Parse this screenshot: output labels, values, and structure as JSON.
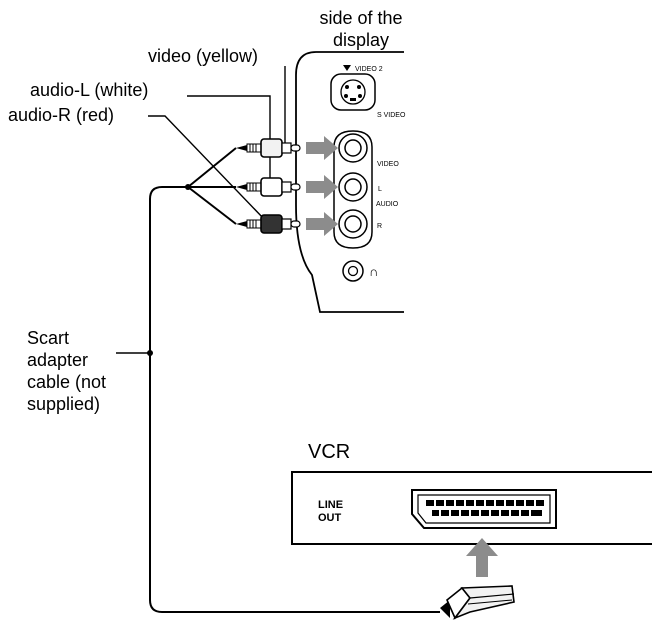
{
  "labels": {
    "side_of_display": [
      "side of the",
      "display"
    ],
    "video_yellow": "video (yellow)",
    "audio_l_white": "audio-L (white)",
    "audio_r_red": "audio-R (red)",
    "scart_cable": [
      "Scart",
      "adapter",
      "cable (not",
      "supplied)"
    ],
    "vcr": "VCR",
    "line_out": [
      "LINE",
      "OUT"
    ]
  },
  "panel": {
    "video2": "VIDEO 2",
    "svideo": "S VIDEO",
    "video": "VIDEO",
    "l": "L",
    "audio": "AUDIO",
    "r": "R",
    "headphone_symbol": "∩"
  },
  "colors": {
    "line": "#000000",
    "arrow": "#8c8c8c",
    "plug_dark": "#222222",
    "plug_light": "#ffffff",
    "yellow_plug": "#f2f2f2",
    "white_plug": "#ffffff",
    "red_plug": "#333333"
  }
}
